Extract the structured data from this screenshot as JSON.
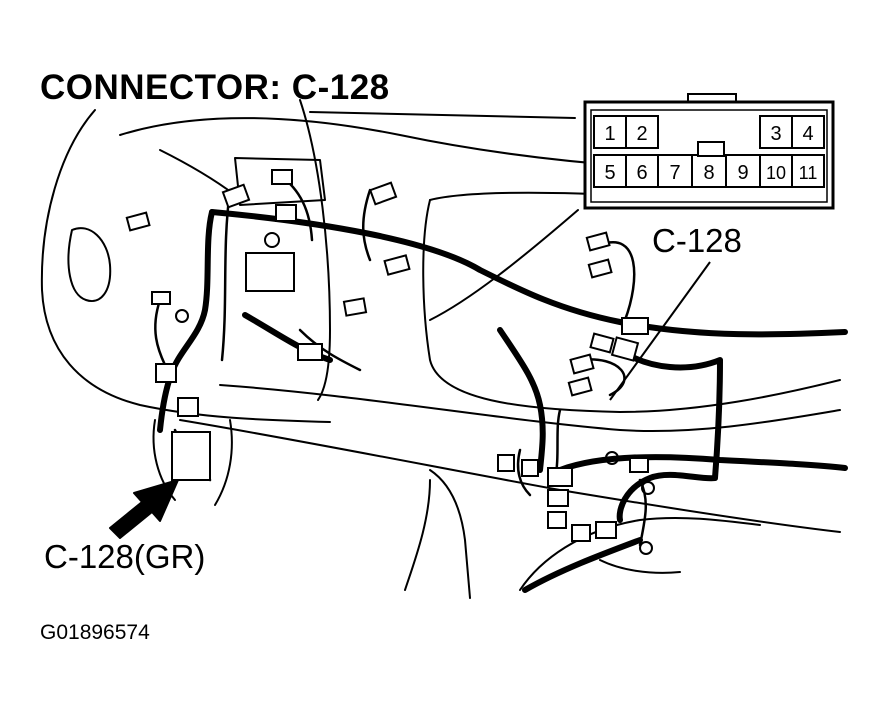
{
  "title": "CONNECTOR: C-128",
  "callout_top": "C-128",
  "callout_bottom": "C-128(GR)",
  "figure_id": "G01896574",
  "connector_face": {
    "top_row": [
      "1",
      "2",
      "3",
      "4"
    ],
    "bottom_row": [
      "5",
      "6",
      "7",
      "8",
      "9",
      "10",
      "11"
    ]
  },
  "colors": {
    "line": "#000000",
    "background": "#ffffff"
  }
}
